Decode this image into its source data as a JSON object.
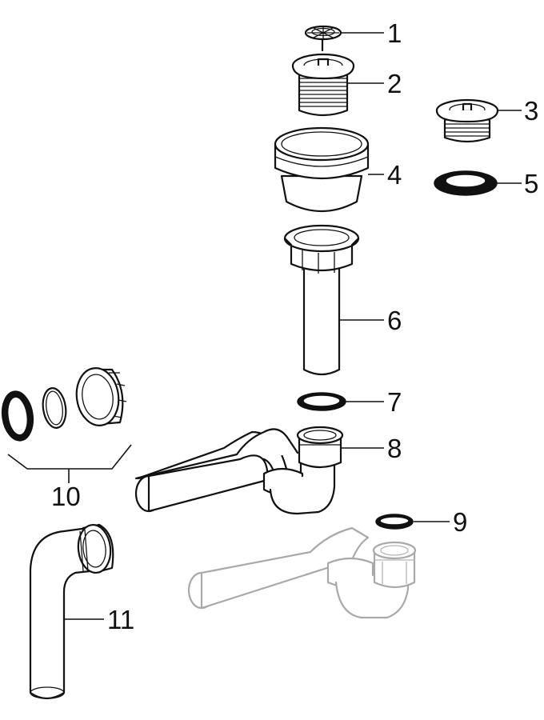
{
  "diagram": {
    "callouts": [
      {
        "id": "1",
        "text": "1"
      },
      {
        "id": "2",
        "text": "2"
      },
      {
        "id": "3",
        "text": "3"
      },
      {
        "id": "4",
        "text": "4"
      },
      {
        "id": "5",
        "text": "5"
      },
      {
        "id": "6",
        "text": "6"
      },
      {
        "id": "7",
        "text": "7"
      },
      {
        "id": "8",
        "text": "8"
      },
      {
        "id": "9",
        "text": "9"
      },
      {
        "id": "10",
        "text": "10"
      },
      {
        "id": "11",
        "text": "11"
      }
    ],
    "colors": {
      "line": "#111111",
      "ghost_line": "#a9a9a9",
      "background": "#ffffff"
    }
  }
}
